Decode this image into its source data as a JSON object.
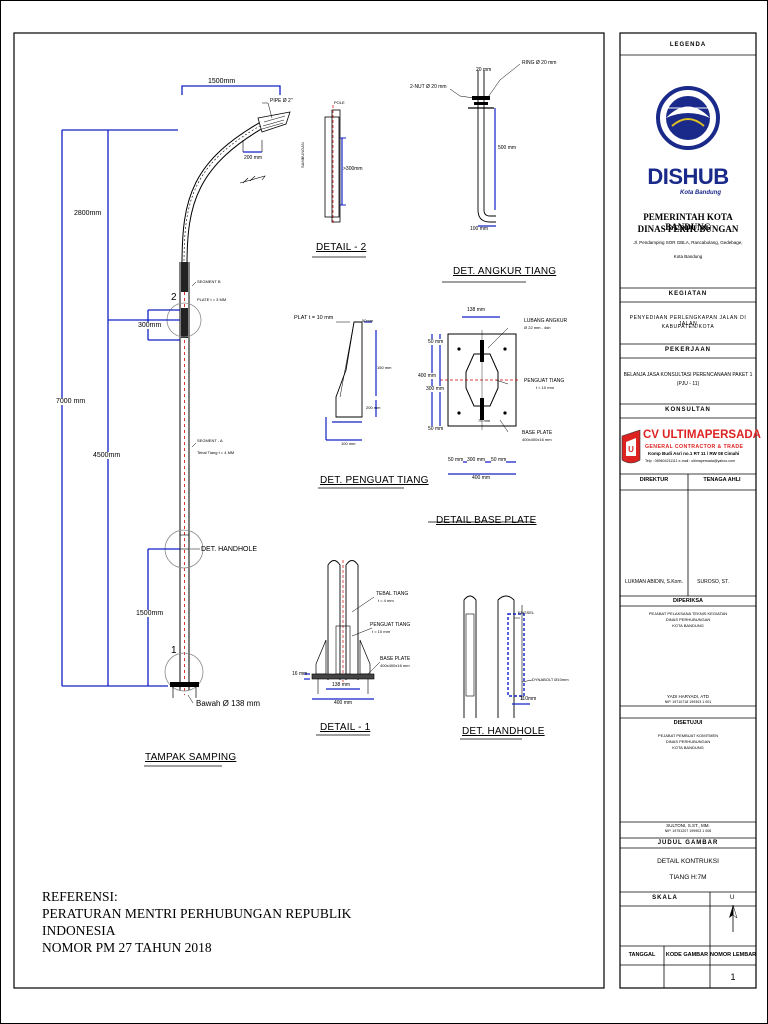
{
  "drawing": {
    "pole": {
      "dims": {
        "arm_length": "1500mm",
        "pipe": "PIPE Ø 2\"",
        "lamp_offset": "200 mm",
        "upper": "2800mm",
        "total": "7000 mm",
        "segment_b_height": "300mm",
        "mid": "4500mm",
        "lower": "1500mm"
      },
      "marker_top": "2",
      "marker_bottom": "1",
      "segment_b": "SEGMENT B",
      "segment_b_plate": "PLATE t = 3 MM",
      "segment_a": "SEGMENT - A",
      "segment_a_thick": "Tebal Tiang t = 4 MM",
      "handhole_label": "DET. HANDHOLE",
      "bottom_label": "Bawah Ø 138 mm",
      "title": "TAMPAK SAMPING"
    },
    "detail2": {
      "title": "DETAIL - 2",
      "label_top": "POLE",
      "label_side": "SAMBUNGAN",
      "dim": ">300mm"
    },
    "angkur": {
      "title": "DET. ANGKUR TIANG",
      "nut": "2-NUT Ø 20 mm",
      "ring": "RING Ø 20 mm",
      "top_dim": "20 mm",
      "len": "500 mm",
      "foot": "100 mm"
    },
    "penguat": {
      "title": "DET. PENGUAT TIANG",
      "plat": "PLAT t = 10 mm",
      "d1": "50mm",
      "d2": "150 mm",
      "d3": "200 mm",
      "d4": "100 mm"
    },
    "baseplate": {
      "title": "DETAIL BASE PLATE",
      "top": "138 mm",
      "lubang": "LUBANG ANGKUR",
      "lubang2": "Ø 22 mm - 4sh",
      "penguat": "PENGUAT TIANG",
      "penguat_t": "t = 10 mm",
      "baseplate": "BASE PLATE",
      "baseplate_dim": "400x400x16 mm",
      "d50a": "50 mm",
      "d400": "400 mm",
      "d300": "300 mm",
      "d50b": "50 mm",
      "d70": "70 mm",
      "bottom50a": "50 mm",
      "bottom300": "300 mm",
      "bottom50b": "50 mm",
      "bottom400": "400 mm"
    },
    "detail1": {
      "title": "DETAIL - 1",
      "tebal": "TEBAL TIANG",
      "tebal_t": "t = 4 mm",
      "penguat": "PENGUAT TIANG",
      "penguat_t": "t = 10 mm",
      "base": "BASE PLATE",
      "base_dim": "400x400x16 mm",
      "d16": "16 mm",
      "d138": "138 mm",
      "d400": "400 mm"
    },
    "handhole": {
      "title": "DET. HANDHOLE",
      "engsel": "ENGSEL",
      "dynabolt": "DYNABOLT Ø10mm",
      "d110": "110mm"
    }
  },
  "references": {
    "line1": "REFERENSI:",
    "line2": "PERATURAN MENTRI PERHUBUNGAN REPUBLIK INDONESIA",
    "line3": "NOMOR PM 27 TAHUN 2018"
  },
  "titleblock": {
    "legenda": "LEGENDA",
    "logo_text": "DISHUB",
    "logo_sub": "Kota Bandung",
    "gov1": "PEMERINTAH KOTA BANDUNG",
    "gov2": "DINAS PERHUBUNGAN",
    "addr1": "Jl. Pendamping SOR GBLA, Rancabolang, Gedebage,",
    "addr2": "Kota Bandung",
    "kegiatan_h": "KEGIATAN",
    "kegiatan1": "PENYEDIAAN PERLENGKAPAN JALAN DI JALAN",
    "kegiatan2": "KABUPATEN/KOTA",
    "pekerjaan_h": "PEKERJAAN",
    "pekerjaan1": "BELANJA JASA KONSULTASI PERENCANAAN PAKET 1",
    "pekerjaan2": "(PJU - 11)",
    "konsultan_h": "KONSULTAN",
    "cv_name": "CV ULTIMAPERSADA",
    "cv_sub": "GENERAL CONTRACTOR & TRADE",
    "cv_addr": "Komp Budi Asri no.1  RT 11 / RW 08 Cimahi",
    "cv_tel": "Telp : 089604211111 e-mail : ultimapersada@yahoo.com",
    "direktur_h": "DIREKTUR",
    "tenaga_h": "TENAGA AHLI",
    "direktur": "LUKMAN ABIDIN, S.Kom.",
    "tenaga": "SUROSO, ST.",
    "diperiksa_h": "DIPERIKSA",
    "pptk1": "PEJABAT PELAKSANA TEKNIS KEGIATAN",
    "pptk2": "DINAS PERHUBUNGAN",
    "pptk3": "KOTA BANDUNG",
    "pptk_name": "YADI HARYADI, ATD",
    "pptk_nip": "NIP. 19710718 199303 1 001",
    "disetujui_h": "DISETUJUI",
    "ppk1": "PEJABAT PEMBUAT KOMITMEN",
    "ppk2": "DINAS PERHUBUNGAN",
    "ppk3": "KOTA BANDUNG",
    "ppk_name": "SULTONI, S.ST., MM.",
    "ppk_nip": "NIP. 19751207 199903 1 006",
    "judul_h": "JUDUL GAMBAR",
    "judul1": "DETAIL KONTRUKSI",
    "judul2": "TIANG H:7M",
    "skala_h": "SKALA",
    "north": "U",
    "tanggal_h": "TANGGAL",
    "kode_h": "KODE GAMBAR",
    "nomor_h": "NOMOR LEMBAR",
    "nomor": "1"
  }
}
